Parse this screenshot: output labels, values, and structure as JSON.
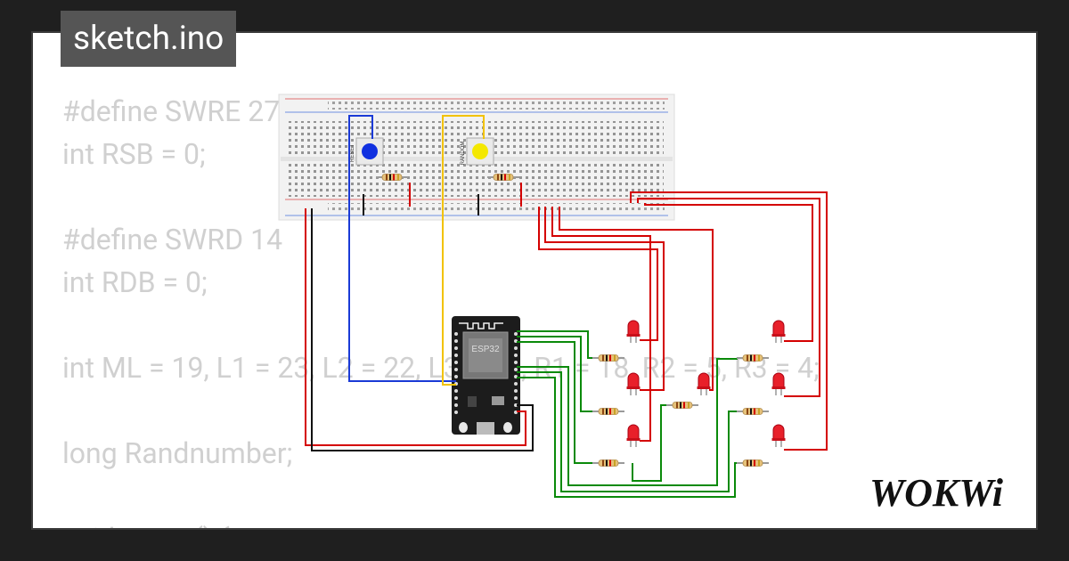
{
  "file_tab": {
    "label": "sketch.ino"
  },
  "code_lines": [
    "#define SWRE 27",
    "int RSB = 0;",
    "",
    "#define SWRD 14",
    "int RDB = 0;",
    "",
    "int ML = 19, L1 = 23, L2 = 22, L3 = 21, R1 = 18, R2 = 5, R3 = 4;",
    "",
    "long Randnumber;",
    "",
    "void setup() {"
  ],
  "mcu": {
    "label": "ESP32"
  },
  "breadcode": {
    "label_1": "RESET",
    "label_2": "RANDOM"
  },
  "brand": {
    "name": "WOKWi"
  },
  "colors": {
    "wire_red": "#d40000",
    "wire_blue": "#1a3ad6",
    "wire_yellow": "#f2c200",
    "wire_green": "#0a8a0a",
    "wire_black": "#111111",
    "button_blue": "#1030e0",
    "button_yellow": "#f4e800",
    "led_red": "#e8202a"
  }
}
